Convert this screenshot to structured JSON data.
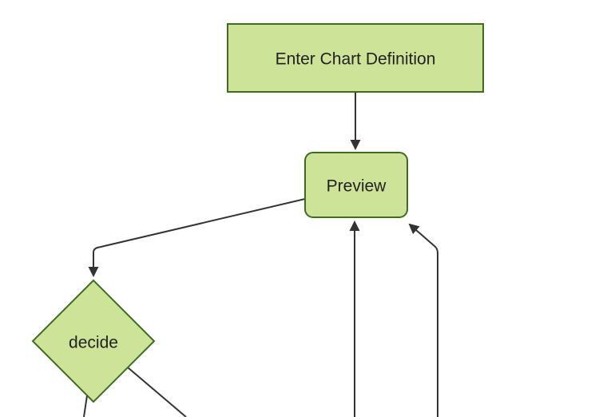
{
  "diagram": {
    "type": "flowchart",
    "direction": "top-down",
    "nodes": [
      {
        "id": "enter-chart-definition",
        "label": "Enter Chart Definition",
        "shape": "rectangle"
      },
      {
        "id": "preview",
        "label": "Preview",
        "shape": "rounded-rectangle"
      },
      {
        "id": "decide",
        "label": "decide",
        "shape": "diamond"
      }
    ],
    "edges": [
      {
        "from": "enter-chart-definition",
        "to": "preview",
        "arrow": "down"
      },
      {
        "from": "preview",
        "to": "decide",
        "arrow": "down-left-elbow"
      },
      {
        "from": "offscreen-bottom",
        "to": "preview",
        "arrow": "up"
      },
      {
        "from": "offscreen-bottom-right",
        "to": "preview",
        "arrow": "up-left-elbow"
      },
      {
        "from": "decide",
        "to": "offscreen-bottom-left",
        "arrow": "none-visible"
      },
      {
        "from": "decide",
        "to": "offscreen-bottom-right",
        "arrow": "none-visible"
      }
    ],
    "colors": {
      "node_fill": "#cde498",
      "node_border": "#3e6d22",
      "edge": "#333333",
      "text": "#222222",
      "background": "#ffffff"
    }
  }
}
